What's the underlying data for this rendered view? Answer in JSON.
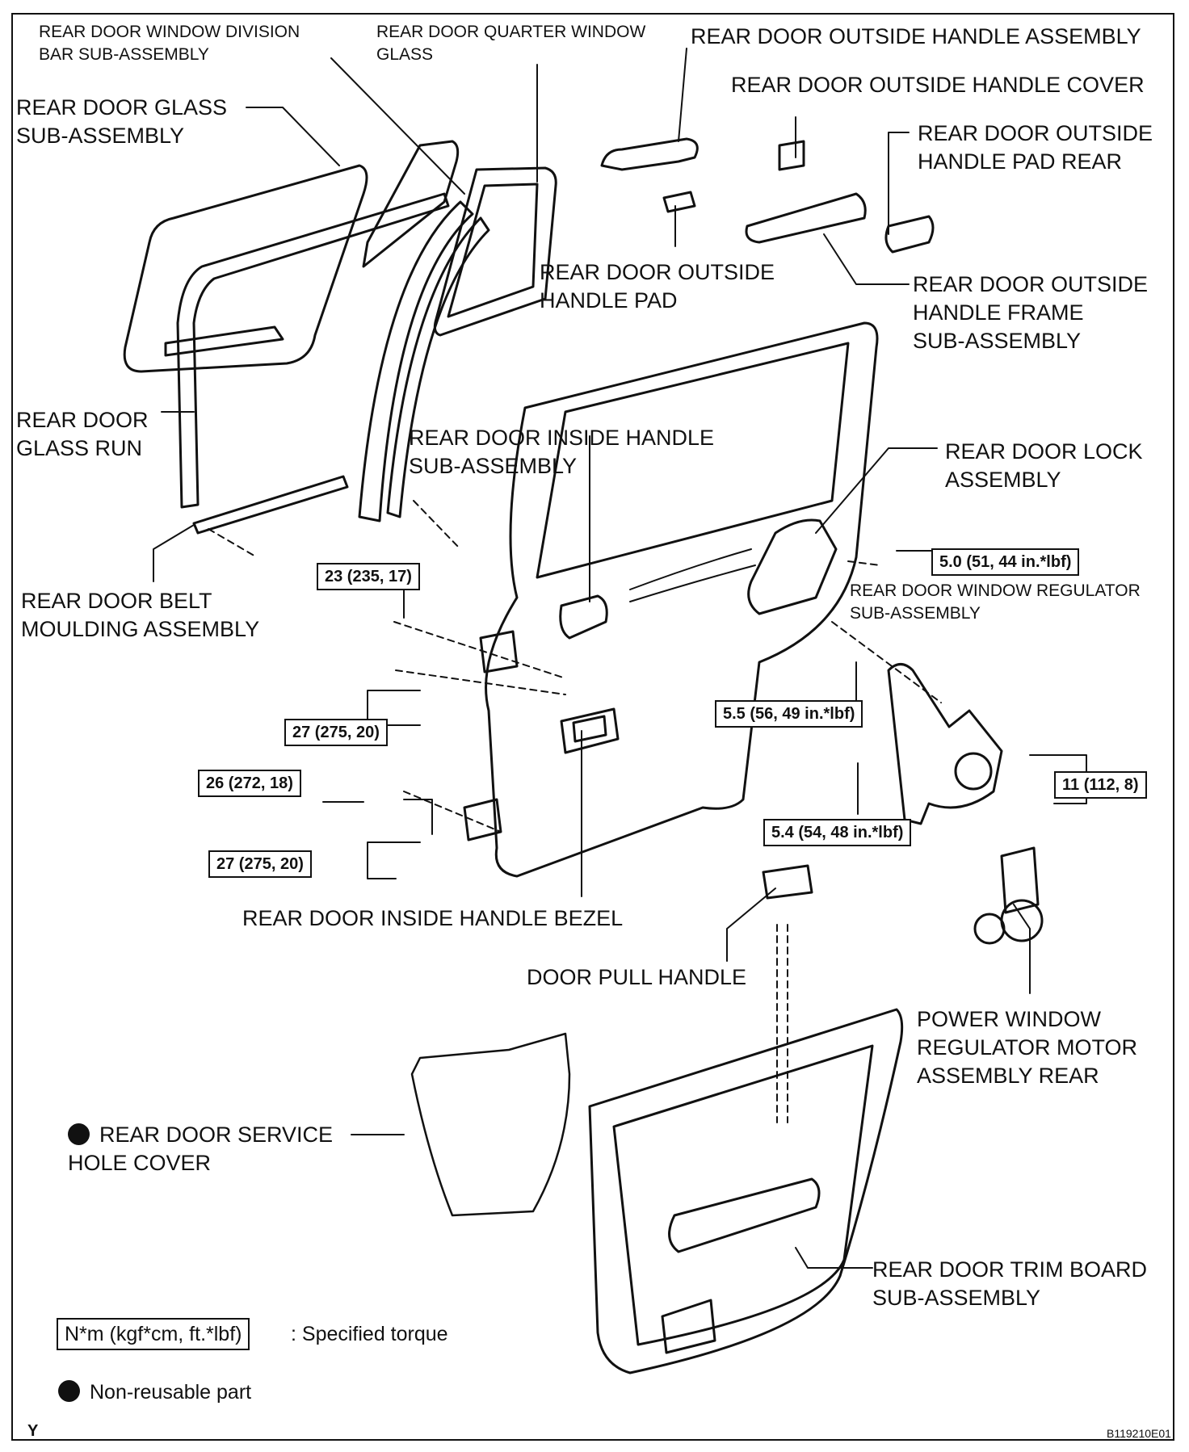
{
  "labels": {
    "window_division_bar": "REAR DOOR WINDOW DIVISION\nBAR SUB-ASSEMBLY",
    "quarter_window_glass": "REAR DOOR QUARTER WINDOW\nGLASS",
    "outside_handle_assembly": "REAR DOOR OUTSIDE HANDLE ASSEMBLY",
    "outside_handle_cover": "REAR DOOR OUTSIDE HANDLE COVER",
    "outside_handle_pad_rear": "REAR DOOR OUTSIDE\nHANDLE PAD REAR",
    "glass_sub_assembly": "REAR DOOR GLASS\nSUB-ASSEMBLY",
    "outside_handle_pad": "REAR DOOR OUTSIDE\nHANDLE PAD",
    "outside_handle_frame": "REAR DOOR OUTSIDE\nHANDLE FRAME\nSUB-ASSEMBLY",
    "glass_run": "REAR DOOR\nGLASS RUN",
    "inside_handle_sub_assembly": "REAR DOOR INSIDE HANDLE\nSUB-ASSEMBLY",
    "lock_assembly": "REAR DOOR LOCK\nASSEMBLY",
    "window_regulator": "REAR DOOR WINDOW REGULATOR\nSUB-ASSEMBLY",
    "belt_moulding": "REAR DOOR BELT\nMOULDING ASSEMBLY",
    "inside_handle_bezel": "REAR DOOR INSIDE HANDLE BEZEL",
    "door_pull_handle": "DOOR PULL HANDLE",
    "regulator_motor": "POWER WINDOW\nREGULATOR MOTOR\nASSEMBLY REAR",
    "service_hole_cover": "REAR DOOR SERVICE\nHOLE COVER",
    "trim_board": "REAR DOOR TRIM BOARD\nSUB-ASSEMBLY"
  },
  "torques": {
    "lock_screw": "5.0 (51, 44 in.*lbf)",
    "hinge_top_door": "23 (235, 17)",
    "hinge_top_body": "27 (275, 20)",
    "regulator_upper": "5.5 (56, 49 in.*lbf)",
    "hinge_bottom_door": "26 (272, 18)",
    "regulator_bolts": "11 (112, 8)",
    "regulator_lower": "5.4 (54, 48 in.*lbf)",
    "hinge_bottom_body": "27 (275, 20)"
  },
  "legend": {
    "torque_unit": "N*m (kgf*cm, ft.*lbf)",
    "torque_description": ": Specified torque",
    "non_reusable": "Non-reusable part"
  },
  "footer": {
    "corner_mark": "Y",
    "figure_code": "B119210E01"
  }
}
